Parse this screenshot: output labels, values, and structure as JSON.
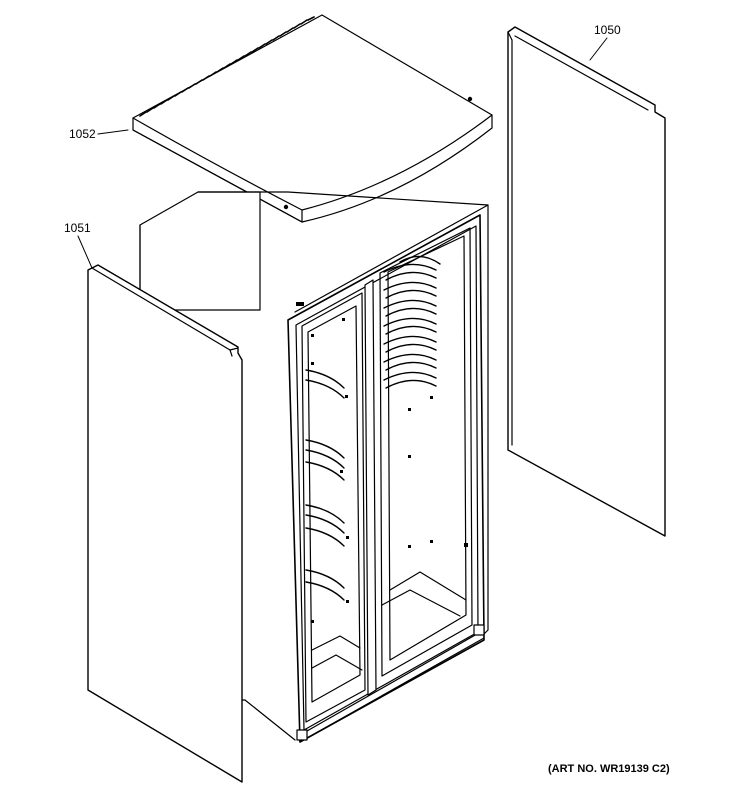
{
  "callouts": {
    "top_cover": "1052",
    "side_panel_left": "1051",
    "side_panel_right": "1050"
  },
  "art_number": "(ART NO. WR19139 C2)"
}
